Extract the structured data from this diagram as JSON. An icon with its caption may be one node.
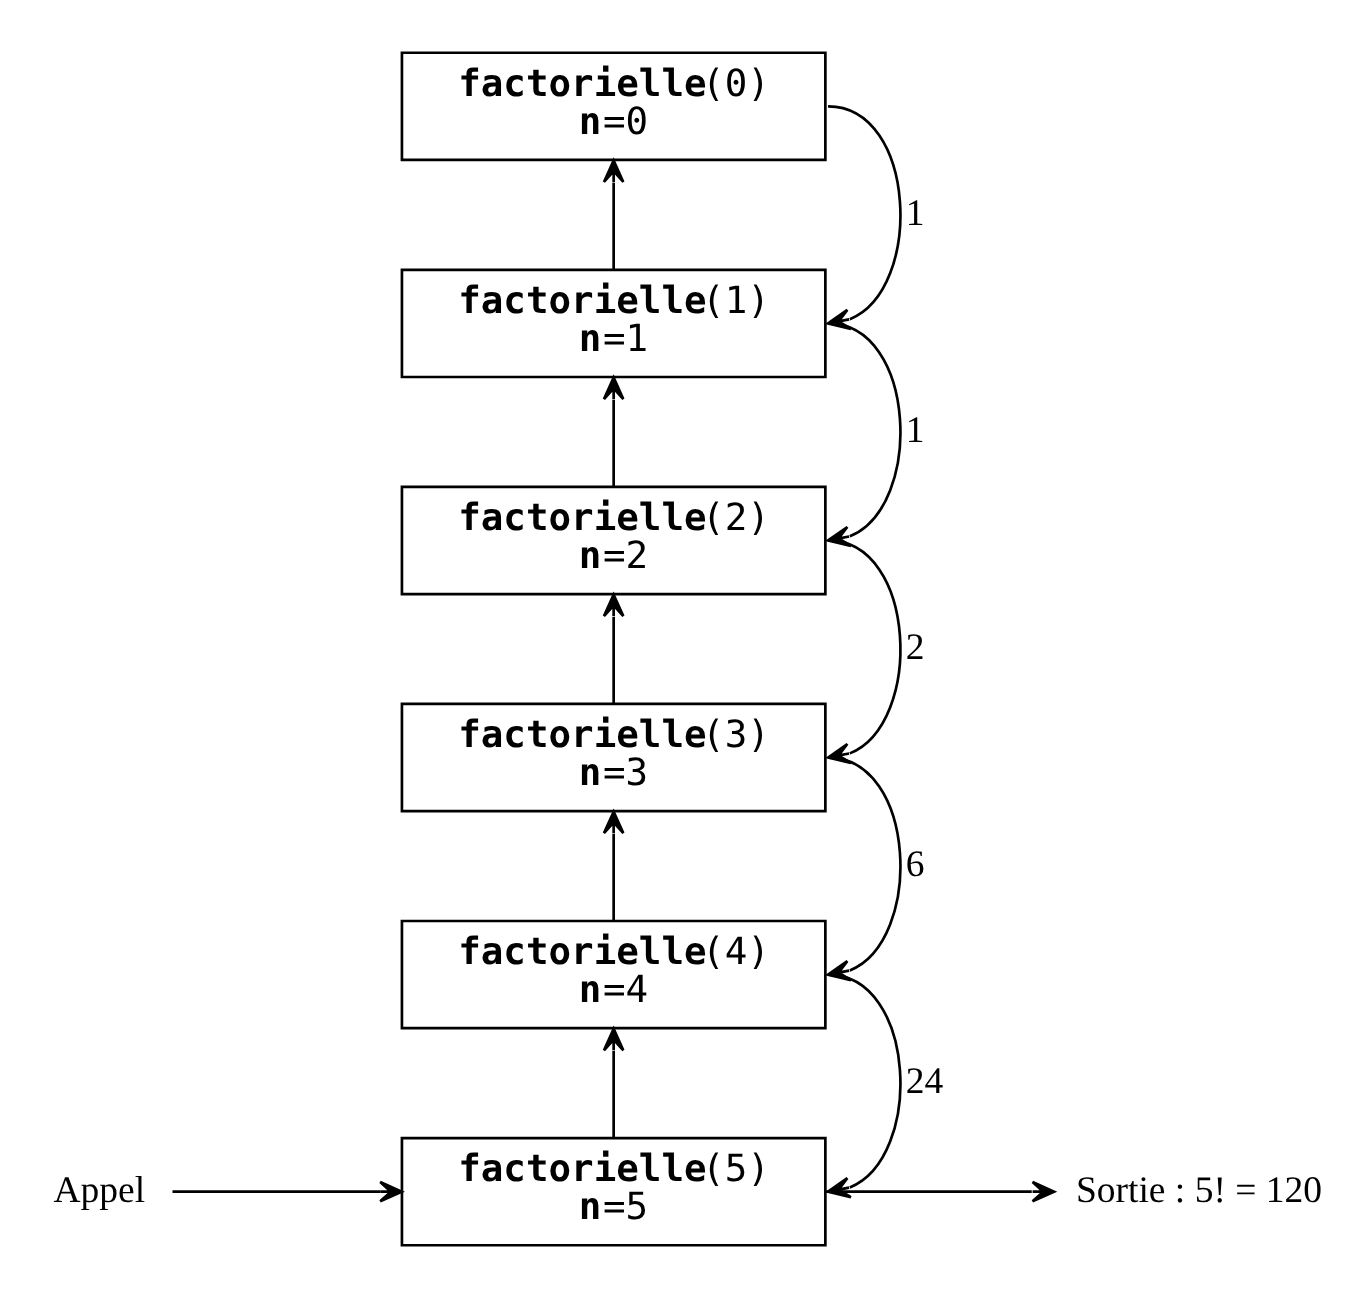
{
  "diagram": {
    "nodes": [
      {
        "text": [
          "**factorielle**(0)",
          "**n**=0"
        ]
      },
      {
        "text": [
          "**factorielle**(1)",
          "**n**=1"
        ]
      },
      {
        "text": [
          "**factorielle**(2)",
          "**n**=2"
        ]
      },
      {
        "text": [
          "**factorielle**(3)",
          "**n**=3"
        ]
      },
      {
        "text": [
          "**factorielle**(4)",
          "**n**=4"
        ]
      },
      {
        "text": [
          "**factorielle**(5)",
          "**n**=5"
        ]
      },
      {
        "text": [
          "Appel"
        ]
      },
      {
        "text": [
          "Sortie : 5! = 120"
        ]
      }
    ],
    "edges": [
      {
        "from": 6,
        "to": 5,
        "arrow": "to"
      },
      {
        "from": 5,
        "to": 7,
        "arrow": "to"
      },
      {
        "from": 5,
        "to": 4,
        "arrow": "to"
      },
      {
        "from": 4,
        "to": 3,
        "arrow": "to"
      },
      {
        "from": 3,
        "to": 2,
        "arrow": "to"
      },
      {
        "from": 2,
        "to": 1,
        "arrow": "to"
      },
      {
        "from": 1,
        "to": 0,
        "arrow": "to"
      },
      {
        "from": 0,
        "to": 1,
        "arrow": "to",
        "label": "1"
      },
      {
        "from": 1,
        "to": 2,
        "arrow": "to",
        "label": "1"
      },
      {
        "from": 2,
        "to": 3,
        "arrow": "to",
        "label": "2"
      },
      {
        "from": 3,
        "to": 4,
        "arrow": "to",
        "label": "6"
      },
      {
        "from": 4,
        "to": 5,
        "arrow": "to",
        "label": "24"
      }
    ]
  }
}
